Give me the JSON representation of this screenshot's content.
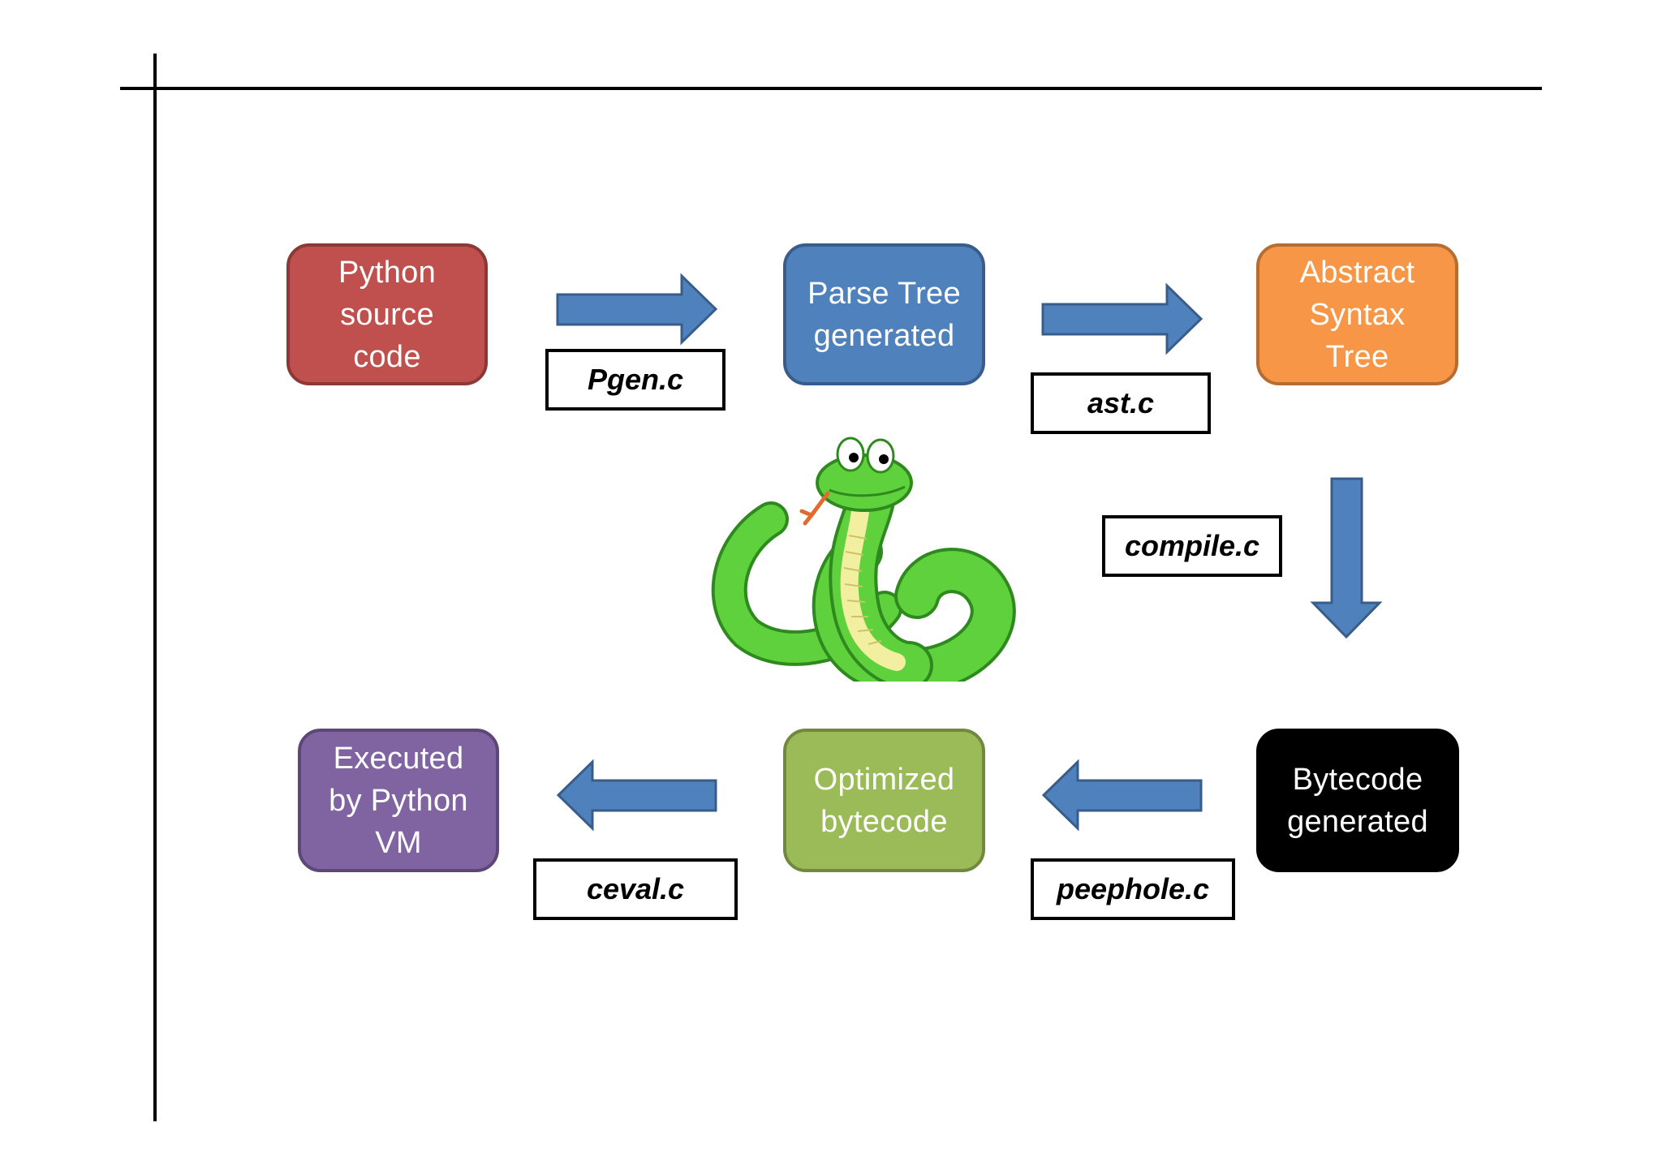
{
  "diagram": {
    "stages": {
      "source": {
        "lines": [
          "Python",
          "source",
          "code"
        ],
        "color": "#c0504d"
      },
      "parse": {
        "lines": [
          "Parse Tree",
          "generated"
        ],
        "color": "#4f81bd"
      },
      "ast": {
        "lines": [
          "Abstract",
          "Syntax",
          "Tree"
        ],
        "color": "#f79646"
      },
      "bytecode": {
        "lines": [
          "Bytecode",
          "generated"
        ],
        "color": "#000000"
      },
      "optimized": {
        "lines": [
          "Optimized",
          "bytecode"
        ],
        "color": "#9bbb59"
      },
      "executed": {
        "lines": [
          "Executed",
          "by Python",
          "VM"
        ],
        "color": "#8064a2"
      }
    },
    "steps": {
      "pgen": "Pgen.c",
      "ast": "ast.c",
      "compile": "compile.c",
      "peephole": "peephole.c",
      "ceval": "ceval.c"
    },
    "arrow_color": "#4f81bd",
    "illustration": "green-snake-mascot"
  }
}
